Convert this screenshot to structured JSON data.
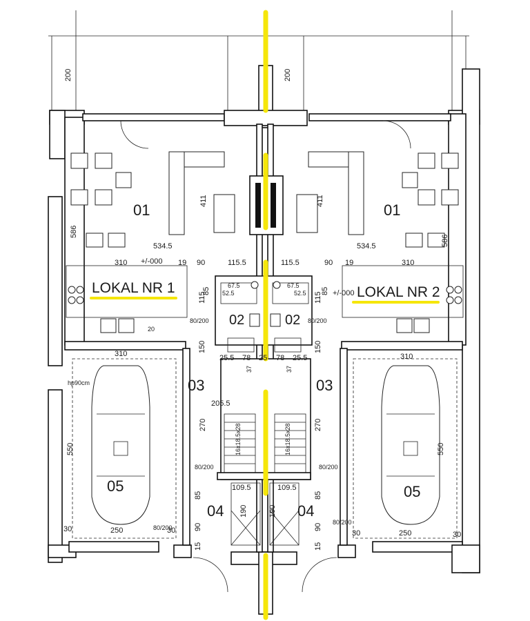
{
  "colors": {
    "divider": "#f5e60a",
    "lines": "#111111",
    "background": "#ffffff"
  },
  "units": {
    "left": {
      "name": "LOKAL NR 1",
      "rooms": {
        "living": "01",
        "bath": "02",
        "hall": "03",
        "entry": "04",
        "garage": "05"
      },
      "dims": {
        "terrace_depth": "200",
        "living_w": "534.5",
        "living_h": "411",
        "side_h": "586",
        "kitchen_w": "310",
        "lvl": "+/-000",
        "d19": "19",
        "d90": "90",
        "d1155": "115.5",
        "d85": "85",
        "d115": "115",
        "d150": "150",
        "d310b": "310",
        "d550": "550",
        "d250": "250",
        "d30a": "30",
        "d30b": "30",
        "d270": "270",
        "d2055": "205.5",
        "d1095": "109.5",
        "d85b": "85",
        "d90b": "90",
        "d15": "15",
        "d190": "190",
        "d255": "25.5",
        "d78": "78",
        "d25": "25",
        "d675": "67.5",
        "d525": "52.5",
        "d37": "37",
        "d20": "20",
        "stairs": "16x18.5x28",
        "door": "80/200",
        "hp": "hp90cm"
      }
    },
    "right": {
      "name": "LOKAL NR 2",
      "rooms": {
        "living": "01",
        "bath": "02",
        "hall": "03",
        "entry": "04",
        "garage": "05"
      },
      "dims": {
        "terrace_depth": "200",
        "living_w": "534.5",
        "living_h": "411",
        "side_h": "586",
        "kitchen_w": "310",
        "lvl": "+/-000",
        "d19": "19",
        "d90": "90",
        "d1155": "115.5",
        "d85": "85",
        "d115": "115",
        "d150": "150",
        "d310b": "310",
        "d550": "550",
        "d250": "250",
        "d30a": "30",
        "d30b": "30",
        "d270": "270",
        "d1095": "109.5",
        "d85b": "85",
        "d90b": "90",
        "d15": "15",
        "d190": "190",
        "d255": "25.5",
        "d78": "78",
        "d675": "67.5",
        "d525": "52.5",
        "d37": "37",
        "stairs": "16x18.5x28",
        "door": "80/200"
      }
    }
  }
}
